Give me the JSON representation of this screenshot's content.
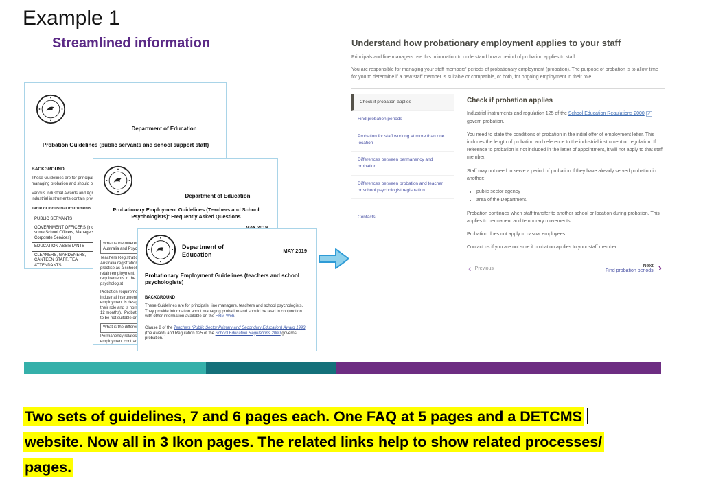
{
  "slide": {
    "title": "Example 1",
    "subtitle": "Streamlined information"
  },
  "colors": {
    "subtitle_purple": "#5b2a86",
    "highlight_yellow": "#ffff00",
    "stripe": [
      "#35b0aa",
      "#14707a",
      "#6d2d82"
    ],
    "nav_link": "#4d55a6",
    "body_link": "#3d6cb3",
    "chevron_purple": "#7c2f8e",
    "doc_border_blue": "#a9d4e8"
  },
  "icons": {
    "external_link": "↗",
    "chevron_left": "‹",
    "chevron_right": "›"
  },
  "doc1": {
    "dept": "Department of Education",
    "title": "Probation Guidelines (public servants and school support staff)",
    "background_heading": "BACKGROUND",
    "para1": "These Guidelines are for principals and\nmanaging probation and should be read",
    "para2": "Various Industrial Awards and Agreemen\nindustrial instruments contain provisions",
    "table_caption": "Table of Industrial Instruments",
    "table_rows": [
      "PUBLIC SERVANTS",
      "GOVERNMENT OFFICERS (including some School Officers, Managers Corporate Services)",
      "EDUCATION ASSISTANTS",
      "CLEANERS, GARDENERS, CANTEEN STAFF, TEA ATTENDANTS."
    ]
  },
  "doc2": {
    "dept": "Department of Education",
    "title": "Probationary Employment Guidelines (Teachers and School Psychologists): Frequently Asked Questions",
    "date": "MAY 2019",
    "q1": "What is the difference between Teacher R\nAustralia and Psychology Board registrati",
    "a1": "Teachers Registration Board of Western\nAustralia registration is required to teach\npractise as a school psychologist in a pub\nretain employment.  Failure to meet regist\nrequirements in the School Education Act\npsychologist",
    "a2": "Probation requirements are outlined in th\nindustrial instruments governing employm\nemployment is designed to assess a staff\ntheir role and is normally served over a pe\n12 months).  Probation may be extended\nto be not suitable or compatible for their r",
    "q2": "What is the difference between permane",
    "a3": "Permanency relates to the type of\nemployment contract held by a staff"
  },
  "doc3": {
    "dept": "Department of\nEducation",
    "date": "MAY 2019",
    "title": "Probationary Employment Guidelines (teachers and school psychologists)",
    "background_heading": "BACKGROUND",
    "p1_before": "These Guidelines are for principals, line managers, teachers and school psychologists.\nThey provide information about managing probation and should be read in conjunction\nwith other information available on the ",
    "p1_link": "HRM Web",
    "p1_after": ".",
    "p2_before": "Clause 8 of the ",
    "p2_link1": "Teachers (Public Sector Primary and Secondary Education) Award 1993",
    "p2_mid": " (the Award) and Regulation 125 of the ",
    "p2_link2": "School Education Regulations 2000",
    "p2_after": " governs probation."
  },
  "webpage": {
    "title": "Understand how probationary employment applies to your staff",
    "intro1": "Principals and line managers use this information to understand how a period of probation applies to staff.",
    "intro2": "You are responsible for managing your staff members' periods of probationary employment (probation). The purpose of probation is to allow time for you to determine if a new staff member is suitable or compatible, or both, for ongoing employment in their role.",
    "nav": [
      "Check if probation applies",
      "Find probation periods",
      "Probation for staff working at more than one location",
      "Differences between permanency and probation",
      "Differences between probation and teacher or school psychologist registration",
      "Contacts"
    ],
    "section": {
      "heading": "Check if probation applies",
      "p1_before": "Industrial instruments and regulation 125 of the ",
      "p1_link": "School Education Regulations 2000",
      "p1_after": " govern probation.",
      "p2": "You need to state the conditions of probation in the initial offer of employment letter. This includes the length of probation and reference to the industrial instrument or regulation. If reference to probation is not included in the letter of appointment, it will not apply to that staff member.",
      "p3": "Staff may not need to serve a period of probation if they have already served probation in another:",
      "bullets": [
        "public sector agency",
        "area of the Department."
      ],
      "p4": "Probation continues when staff transfer to another school or location during probation. This applies to permanent and temporary movements.",
      "p5": "Probation does not apply to casual employees.",
      "p6": "Contact us if you are not sure if probation applies to your staff member."
    },
    "footer": {
      "previous": "Previous",
      "next": "Next",
      "next_sub": "Find probation periods"
    }
  },
  "caption": {
    "lines": [
      "Two sets of guidelines, 7 and 6 pages each. One FAQ at 5 pages and a DETCMS",
      "website. Now all in 3 Ikon pages. The related links help to show related processes/",
      "pages."
    ]
  }
}
